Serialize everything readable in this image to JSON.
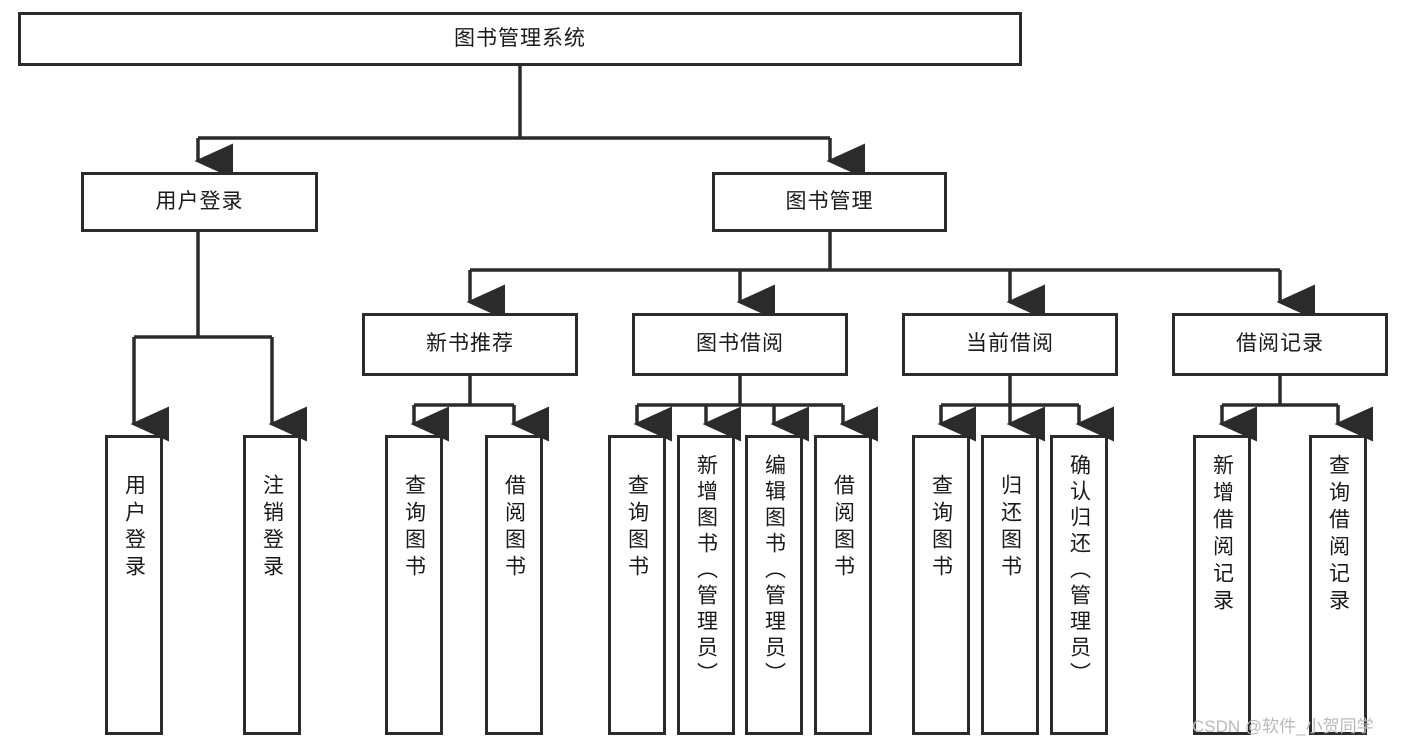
{
  "diagram": {
    "title": "图书管理系统",
    "type": "tree",
    "orientation": "top-down",
    "colors": {
      "node_border": "#2b2b2b",
      "node_fill": "#ffffff",
      "edge": "#2b2b2b",
      "text": "#1a1a1a",
      "watermark": "#b9b9b9",
      "background": "#ffffff"
    },
    "nodes": {
      "root": {
        "label": "图书管理系统"
      },
      "level2": [
        {
          "id": "user-login",
          "label": "用户登录"
        },
        {
          "id": "book-manage",
          "label": "图书管理"
        }
      ],
      "level3": [
        {
          "id": "new-book-recommend",
          "label": "新书推荐"
        },
        {
          "id": "book-borrow",
          "label": "图书借阅"
        },
        {
          "id": "current-borrow",
          "label": "当前借阅"
        },
        {
          "id": "borrow-record",
          "label": "借阅记录"
        }
      ],
      "leaves": {
        "user_login": [
          {
            "id": "leaf-user-login",
            "label": "用户登录"
          },
          {
            "id": "leaf-logout-login",
            "label": "注销登录"
          }
        ],
        "new_book_recommend": [
          {
            "id": "leaf-query-book-1",
            "label": "查询图书"
          },
          {
            "id": "leaf-borrow-book-1",
            "label": "借阅图书"
          }
        ],
        "book_borrow": [
          {
            "id": "leaf-query-book-2",
            "label": "查询图书"
          },
          {
            "id": "leaf-add-book",
            "label": "新增图书（管理员）"
          },
          {
            "id": "leaf-edit-book",
            "label": "编辑图书（管理员）"
          },
          {
            "id": "leaf-borrow-book-2",
            "label": "借阅图书"
          }
        ],
        "current_borrow": [
          {
            "id": "leaf-query-book-3",
            "label": "查询图书"
          },
          {
            "id": "leaf-return-book",
            "label": "归还图书"
          },
          {
            "id": "leaf-confirm-return",
            "label": "确认归还（管理员）"
          }
        ],
        "borrow_record": [
          {
            "id": "leaf-add-record",
            "label": "新增借阅记录"
          },
          {
            "id": "leaf-query-record",
            "label": "查询借阅记录"
          }
        ]
      }
    }
  },
  "watermark": {
    "text": "CSDN @软件_小贺同学"
  }
}
